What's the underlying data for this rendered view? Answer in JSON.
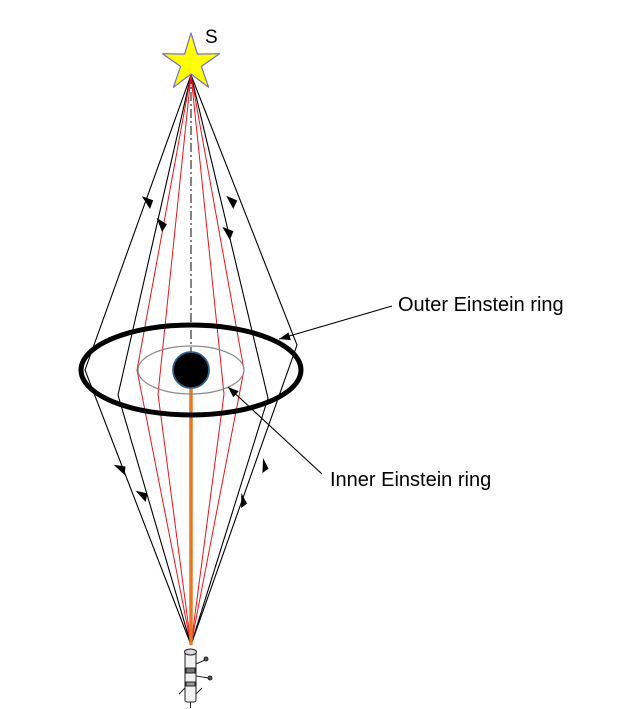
{
  "labels": {
    "source": "S",
    "outer_ring": "Outer Einstein ring",
    "inner_ring": "Inner Einstein ring"
  },
  "colors": {
    "outer_rays": "#000000",
    "inner_rays": "#e8141b",
    "star_fill": "#ffff00",
    "star_stroke": "#7a6cc8",
    "axis_line": "#e87722",
    "lens": "#000000",
    "lens_edge": "#2c5f8a",
    "inner_ring": "#8a8a8a"
  },
  "icons": {
    "source": "star-icon",
    "lens": "black-hole-icon",
    "observer": "telescope-icon"
  }
}
